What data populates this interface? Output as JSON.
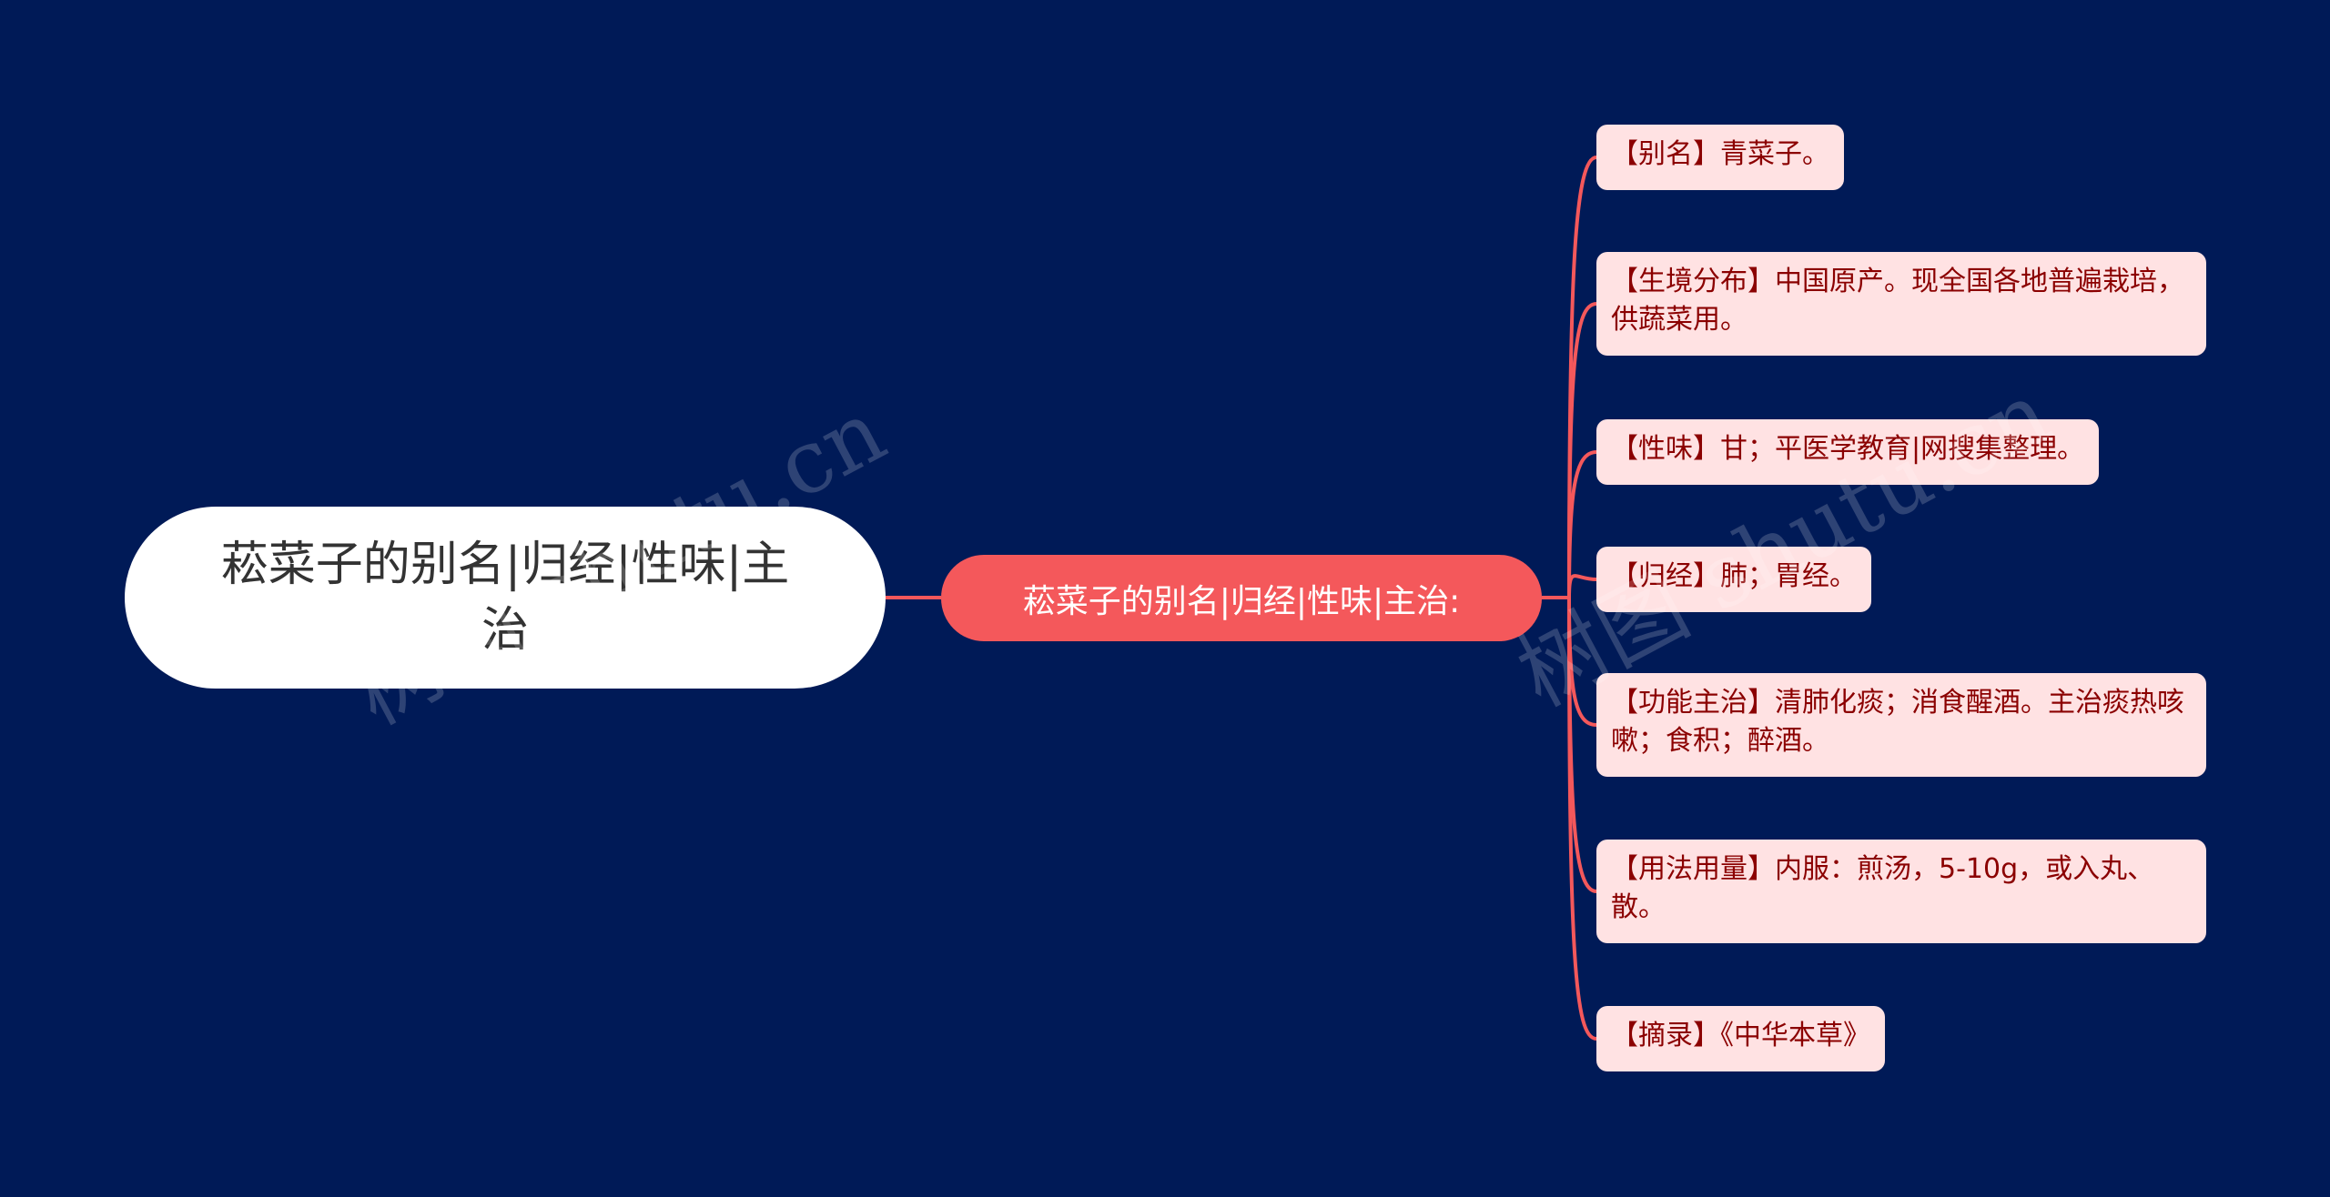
{
  "root": {
    "title": "菘菜子的别名|归经|性味|主治"
  },
  "branch": {
    "title": "菘菜子的别名|归经|性味|主治:"
  },
  "leaves": [
    "【别名】青菜子。",
    "【生境分布】中国原产。现全国各地普遍栽培，供蔬菜用。",
    "【性味】甘；平医学教育|网搜集整理。",
    "【归经】肺；胃经。",
    "【功能主治】清肺化痰；消食醒酒。主治痰热咳嗽；食积；醉酒。",
    "【用法用量】内服：煎汤，5-10g，或入丸、散。",
    "【摘录】《中华本草》"
  ],
  "watermark": {
    "text": "树图 shutu.cn"
  },
  "colors": {
    "background": "#001a57",
    "root_fill": "#ffffff",
    "branch_fill": "#f4585b",
    "leaf_fill": "#ffe2e3",
    "leaf_text": "#8b0000",
    "connector": "#f4585b"
  }
}
